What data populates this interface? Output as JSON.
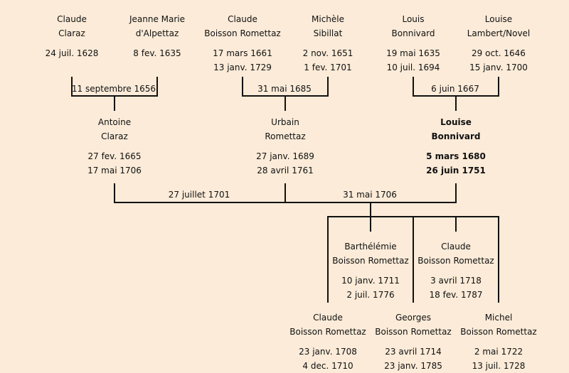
{
  "persons": [
    {
      "first": "Claude",
      "last": "Claraz",
      "birth": "24 juil. 1628",
      "death": ""
    },
    {
      "first": "Jeanne Marie",
      "last": "d'Alpettaz",
      "birth": "8 fev. 1635",
      "death": ""
    },
    {
      "first": "Claude",
      "last": "Boisson Romettaz",
      "birth": "17 mars 1661",
      "death": "13 janv. 1729"
    },
    {
      "first": "Michèle",
      "last": "Sibillat",
      "birth": "2 nov. 1651",
      "death": "1 fev. 1701"
    },
    {
      "first": "Louis",
      "last": "Bonnivard",
      "birth": "19 mai 1635",
      "death": "10 juil. 1694"
    },
    {
      "first": "Louise",
      "last": "Lambert/Novel",
      "birth": "29 oct. 1646",
      "death": "15 janv. 1700"
    },
    {
      "first": "Antoine",
      "last": "Claraz",
      "birth": "27 fev. 1665",
      "death": "17 mai 1706"
    },
    {
      "first": "Urbain",
      "last": "Romettaz",
      "birth": "27 janv. 1689",
      "death": "28 avril 1761"
    },
    {
      "first": "Louise",
      "last": "Bonnivard",
      "birth": "5 mars 1680",
      "death": "26 juin 1751"
    },
    {
      "first": "Barthélémie",
      "last": "Boisson Romettaz",
      "birth": "10 janv. 1711",
      "death": "2 juil. 1776"
    },
    {
      "first": "Claude",
      "last": "Boisson Romettaz",
      "birth": "3 avril 1718",
      "death": "18 fev. 1787"
    },
    {
      "first": "Claude",
      "last": "Boisson Romettaz",
      "birth": "23 janv. 1708",
      "death": "4 dec. 1710"
    },
    {
      "first": "Georges",
      "last": "Boisson Romettaz",
      "birth": "23 avril 1714",
      "death": "23 janv. 1785"
    },
    {
      "first": "Michel",
      "last": "Boisson Romettaz",
      "birth": "2 mai 1722",
      "death": "13 juil. 1728"
    }
  ],
  "marriages": [
    "11 septembre 1656",
    "31 mai 1685",
    "6 juin 1667",
    "27 juillet 1701",
    "31 mai 1706"
  ]
}
